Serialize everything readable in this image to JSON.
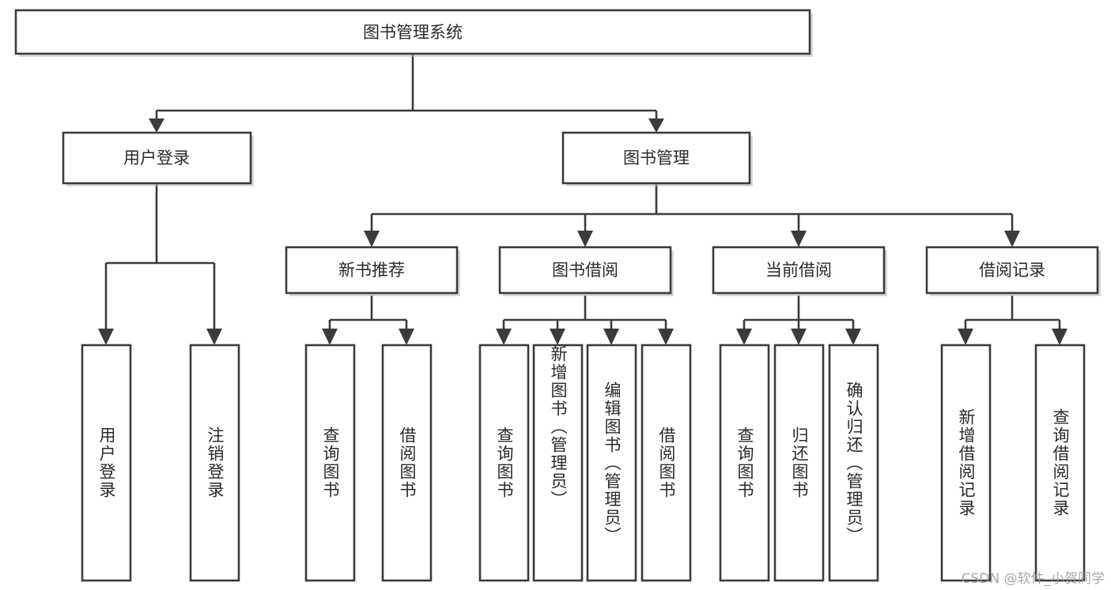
{
  "diagram": {
    "type": "tree-hierarchy-flowchart",
    "title": "图书管理系统",
    "colors": {
      "stroke": "#3b3b3b",
      "box_fill": "#ffffff",
      "text": "#2a2a2a",
      "background": "#ffffff",
      "watermark": "#9a9a9a"
    },
    "levels": {
      "root": {
        "label": "图书管理系统"
      },
      "level2": [
        {
          "label": "用户登录"
        },
        {
          "label": "图书管理"
        }
      ],
      "level3": [
        {
          "label": "新书推荐"
        },
        {
          "label": "图书借阅"
        },
        {
          "label": "当前借阅"
        },
        {
          "label": "借阅记录"
        }
      ],
      "leaves": [
        {
          "label": "用户登录",
          "parent": "用户登录"
        },
        {
          "label": "注销登录",
          "parent": "用户登录"
        },
        {
          "label": "查询图书",
          "parent": "新书推荐"
        },
        {
          "label": "借阅图书",
          "parent": "新书推荐"
        },
        {
          "label": "查询图书",
          "parent": "图书借阅"
        },
        {
          "label": "新增图书（管理员）",
          "parent": "图书借阅"
        },
        {
          "label": "编辑图书（管理员）",
          "parent": "图书借阅"
        },
        {
          "label": "借阅图书",
          "parent": "图书借阅"
        },
        {
          "label": "查询图书",
          "parent": "当前借阅"
        },
        {
          "label": "归还图书",
          "parent": "当前借阅"
        },
        {
          "label": "确认归还（管理员）",
          "parent": "当前借阅"
        },
        {
          "label": "新增借阅记录",
          "parent": "借阅记录"
        },
        {
          "label": "查询借阅记录",
          "parent": "借阅记录"
        }
      ]
    }
  },
  "watermark": {
    "text": "CSDN @软件_小贺同学"
  }
}
